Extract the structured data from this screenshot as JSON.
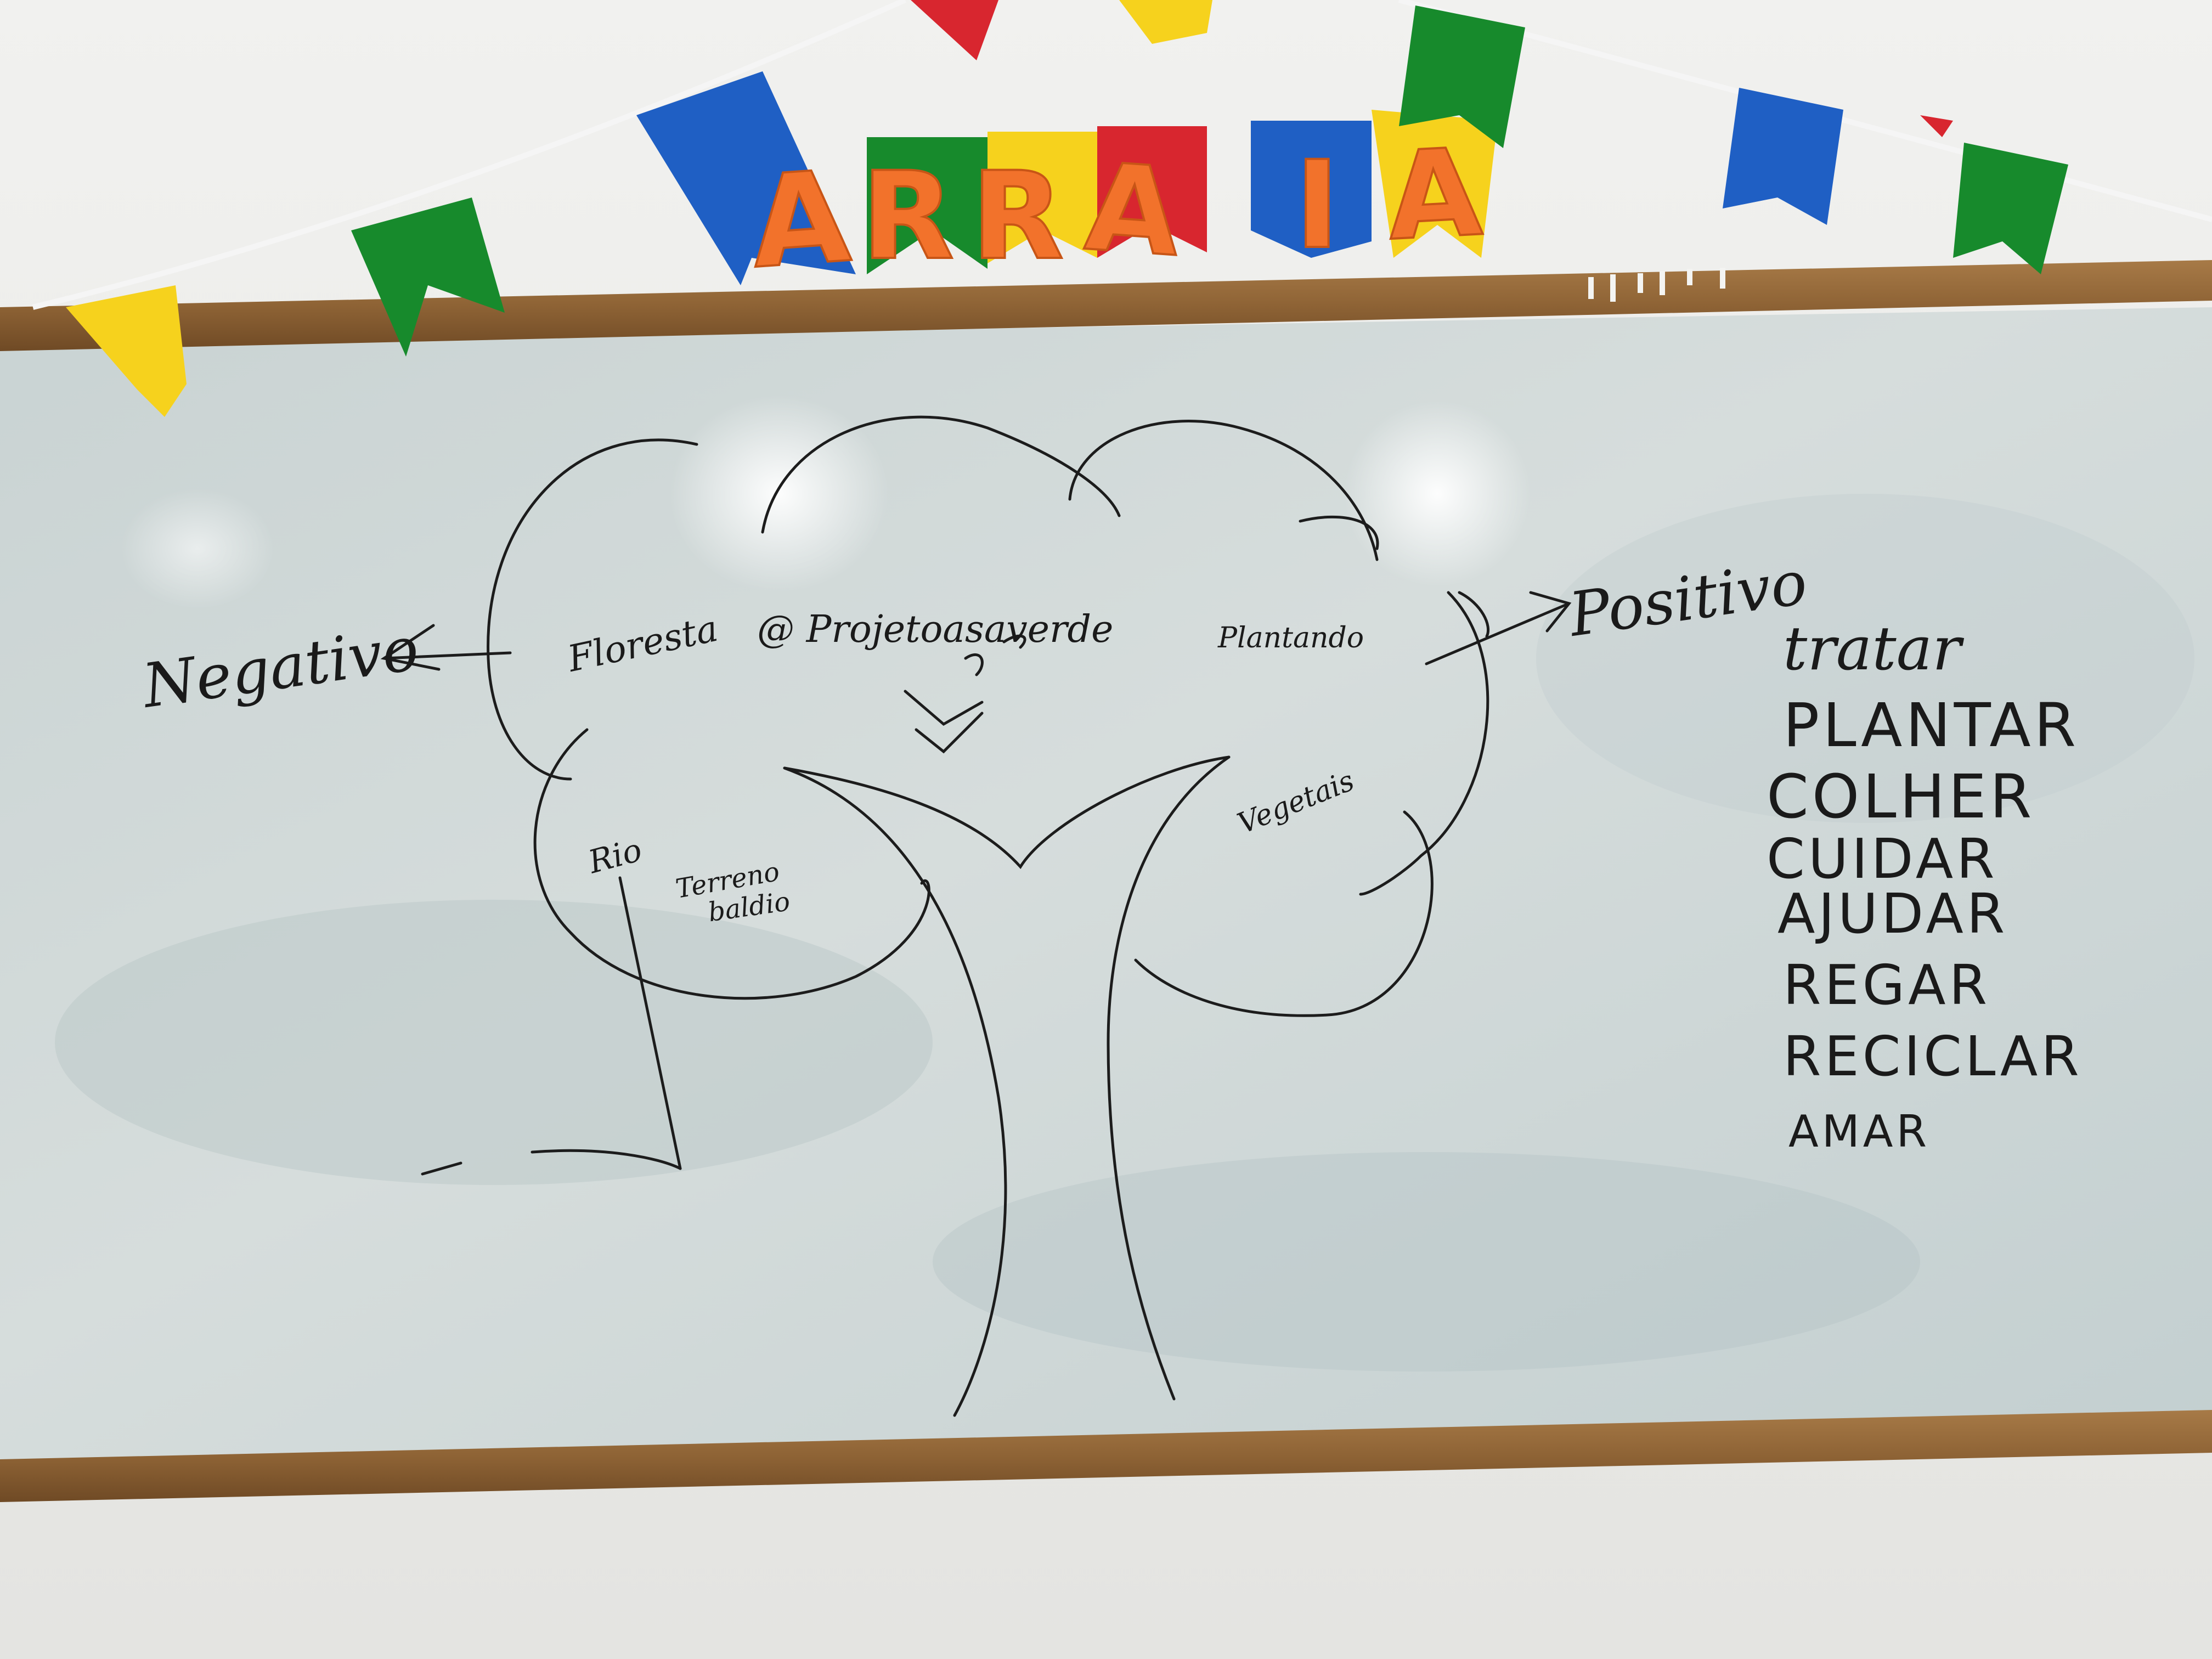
{
  "banner": {
    "letters": [
      "A",
      "R",
      "R",
      "A",
      "I",
      "A"
    ],
    "colors": {
      "blue": "#1f5fc4",
      "green": "#178a2c",
      "yellow": "#f6d21d",
      "red": "#d8262f",
      "orange": "#f2722b"
    }
  },
  "board": {
    "left_label": "Negativo",
    "right_label": "Positivo",
    "handle": "@ Projetoasaverde",
    "tree_words": {
      "floresta": "Floresta",
      "plantando": "Plantando",
      "vegetais": "Vegetais",
      "rio": "Rio",
      "terreno": "Terreno",
      "baldio": "baldio"
    },
    "verbs": [
      "tratar",
      "PLANTAR",
      "COLHER",
      "CUIDAR",
      "AJUDAR",
      "REGAR",
      "RECICLAR",
      "AMAR"
    ]
  }
}
